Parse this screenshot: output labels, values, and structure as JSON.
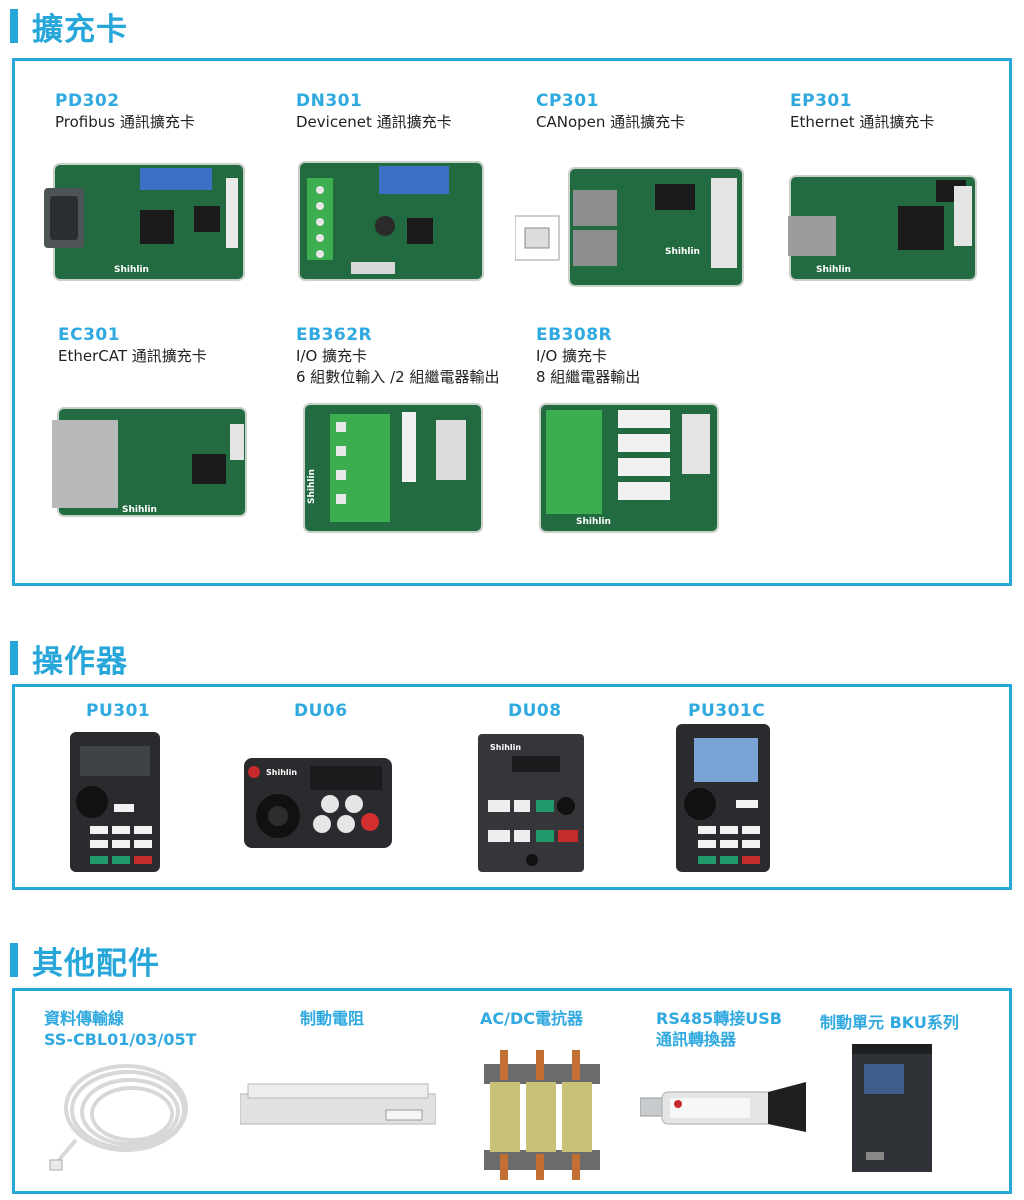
{
  "sections": {
    "cards": {
      "title": "擴充卡"
    },
    "operators": {
      "title": "操作器"
    },
    "accessories": {
      "title": "其他配件"
    }
  },
  "cards": [
    {
      "code": "PD302",
      "desc1": "Profibus 通訊擴充卡",
      "desc2": ""
    },
    {
      "code": "DN301",
      "desc1": "Devicenet 通訊擴充卡",
      "desc2": ""
    },
    {
      "code": "CP301",
      "desc1": "CANopen 通訊擴充卡",
      "desc2": ""
    },
    {
      "code": "EP301",
      "desc1": "Ethernet 通訊擴充卡",
      "desc2": ""
    },
    {
      "code": "EC301",
      "desc1": "EtherCAT 通訊擴充卡",
      "desc2": ""
    },
    {
      "code": "EB362R",
      "desc1": "I/O 擴充卡",
      "desc2": "6 組數位輸入 /2 組繼電器輸出"
    },
    {
      "code": "EB308R",
      "desc1": "I/O 擴充卡",
      "desc2": "8 組繼電器輸出"
    }
  ],
  "operators": [
    {
      "code": "PU301"
    },
    {
      "code": "DU06"
    },
    {
      "code": "DU08"
    },
    {
      "code": "PU301C"
    }
  ],
  "accessories": [
    {
      "line1": "資料傳輸線",
      "line2": "SS-CBL01/03/05T"
    },
    {
      "line1": "制動電阻",
      "line2": ""
    },
    {
      "line1": "AC/DC電抗器",
      "line2": ""
    },
    {
      "line1": "RS485轉接USB",
      "line2": "通訊轉換器"
    },
    {
      "line1": "制動單元 BKU系列",
      "line2": ""
    }
  ],
  "brand": "Shihlin",
  "colors": {
    "accent": "#27a6da",
    "text": "#231f20"
  }
}
